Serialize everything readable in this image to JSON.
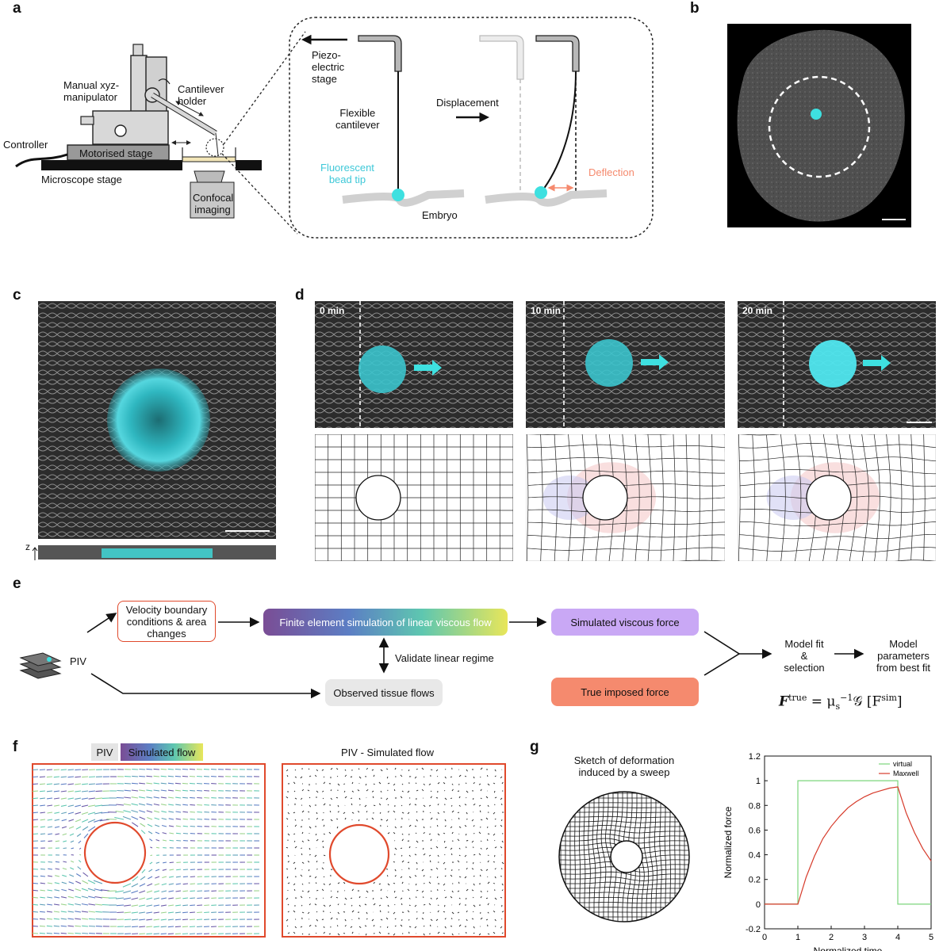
{
  "panels": {
    "a": "a",
    "b": "b",
    "c": "c",
    "d": "d",
    "e": "e",
    "f": "f",
    "g": "g"
  },
  "a": {
    "manipulator": "Manual xyz-\nmanipulator",
    "cantilever_holder": "Cantilever\nholder",
    "controller": "Controller",
    "motorised_stage": "Motorised stage",
    "microscope_stage": "Microscope stage",
    "confocal": "Confocal\nimaging",
    "piezo": "Piezo-\nelectric\nstage",
    "flexible": "Flexible\ncantilever",
    "displacement": "Displacement",
    "fluorescent": "Fluorescent\nbead tip",
    "embryo": "Embryo",
    "deflection": "Deflection"
  },
  "d": {
    "times": [
      "0 min",
      "10 min",
      "20 min"
    ]
  },
  "e": {
    "piv": "PIV",
    "velocity": "Velocity boundary\nconditions & area\nchanges",
    "fem": "Finite element simulation of linear viscous flow",
    "validate": "Validate linear regime",
    "observed": "Observed tissue flows",
    "sim_force": "Simulated viscous force",
    "true_force": "True imposed force",
    "model_fit": "Model fit\n&\nselection",
    "model_params": "Model\nparameters\nfrom best fit",
    "equation_lhs": "F",
    "equation_sup": "true",
    "equation_mid": " = μ",
    "equation_sub": "s",
    "equation_exp": "−1",
    "equation_rhs": "𝒢 [F",
    "equation_sup2": "sim",
    "equation_end": "]"
  },
  "f": {
    "legend_piv": "PIV",
    "legend_sim": "Simulated flow",
    "title_right": "PIV - Simulated flow"
  },
  "g": {
    "sketch_title": "Sketch of deformation\ninduced by a sweep"
  },
  "colors": {
    "cyan": "#3ee0e0",
    "red": "#e0492c",
    "salmon": "#f58a6e",
    "lavender": "#c9a8f5",
    "green": "#7cd67c"
  },
  "chart_data": {
    "type": "line",
    "xlabel": "Normalized time",
    "ylabel": "Normalized force",
    "xlim": [
      0,
      5
    ],
    "ylim": [
      -0.2,
      1.2
    ],
    "xticks": [
      0,
      1,
      2,
      3,
      4,
      5
    ],
    "yticks": [
      -0.2,
      0,
      0.2,
      0.4,
      0.6,
      0.8,
      1,
      1.2
    ],
    "legend_position": "top-right",
    "series": [
      {
        "name": "virtual",
        "color": "#7cd67c",
        "x": [
          0,
          1,
          1,
          4,
          4,
          5
        ],
        "y": [
          0,
          0,
          1,
          1,
          0,
          0
        ]
      },
      {
        "name": "Maxwell",
        "color": "#d63a2a",
        "x": [
          0,
          1,
          1.25,
          1.5,
          1.75,
          2,
          2.25,
          2.5,
          2.75,
          3,
          3.25,
          3.5,
          3.75,
          4,
          4.25,
          4.5,
          4.75,
          5
        ],
        "y": [
          0,
          0,
          0.22,
          0.39,
          0.53,
          0.63,
          0.71,
          0.78,
          0.83,
          0.87,
          0.9,
          0.92,
          0.94,
          0.95,
          0.74,
          0.58,
          0.45,
          0.35
        ]
      }
    ]
  }
}
